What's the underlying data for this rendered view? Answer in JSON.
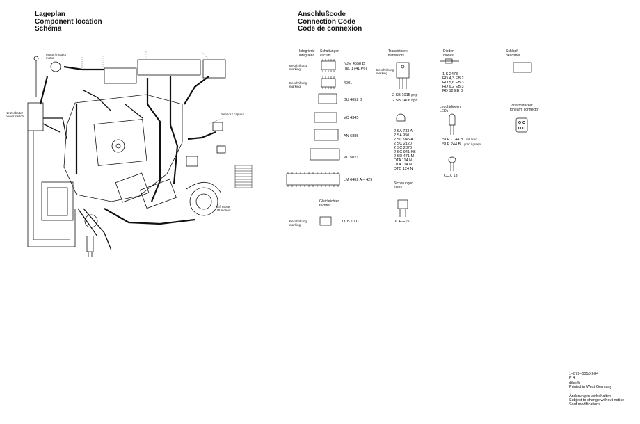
{
  "headers": {
    "left": [
      "Lageplan",
      "Component location",
      "Schéma"
    ],
    "right": [
      "Anschlußcode",
      "Connection Code",
      "Code de connexion"
    ]
  },
  "columns": {
    "ic": [
      "Integrierte",
      "integrated"
    ],
    "circuits": [
      "Schaltungen",
      "circuits"
    ],
    "transistors": [
      "Transistoren",
      "transistors"
    ],
    "diodes": [
      "Dioden",
      "diodes"
    ],
    "switch": [
      "Schlopf",
      "headshell"
    ],
    "leds": [
      "Leuchtdioden",
      "LEDs"
    ],
    "connector": [
      "Tonarmstecker",
      "tonearm connector"
    ],
    "rectifier": [
      "Gleichrichter",
      "rectifier"
    ],
    "fuses": [
      "Sicherungen",
      "fuses"
    ]
  },
  "marking_label": [
    "Beschriftung",
    "marking"
  ],
  "ic_parts": [
    "NJM 4558 D",
    "(ua. 1741 P6)",
    "4001",
    "BU 4052 B",
    "VC 4345",
    "AN 6885",
    "VC 5021",
    "LM 6402 A – 429"
  ],
  "transistor_parts": [
    "2 SB 1015 pnp",
    "2 SB 1406 npn"
  ],
  "transistor_group": [
    "2 SA 733 A",
    "2 SA 950",
    "2 SC 945 A",
    "2 SC 2120",
    "2 SC 2878",
    "2 SC 941 KB",
    "2 SD 471 M",
    "DTA 114 N",
    "DTA 114 N",
    "DTC 124 N"
  ],
  "diode_parts": [
    "1 S 2473",
    "RD 4,3 EB 2",
    "RD 5,6 EB 3",
    "RD 6,2 EB 3",
    "RD 12 EB 3"
  ],
  "led_parts": [
    "SLP - 144 B",
    "SLP 244 B",
    "CQX 13"
  ],
  "led_notes": [
    "rot / red",
    "grün / green"
  ],
  "rectifier_part": "D1B 10 C",
  "fuse_part": "ICP-F15",
  "footer": {
    "code": "1–879–005/XI-84",
    "p": "P 4",
    "d": "dilen/fr",
    "printed": "Printed in West Germany",
    "change_de": "Änderungen vorbehalten",
    "change_en": "Subject to change without notice",
    "change_fr": "Sauf modifications"
  },
  "layout_labels": {
    "motor": [
      "Motor / moteur",
      "motor"
    ],
    "sensor": [
      "Sensor / capteur"
    ],
    "switch_board": [
      "Netzschalter",
      "power switch"
    ],
    "lift": [
      "Lift motor",
      "lift moteur"
    ]
  }
}
